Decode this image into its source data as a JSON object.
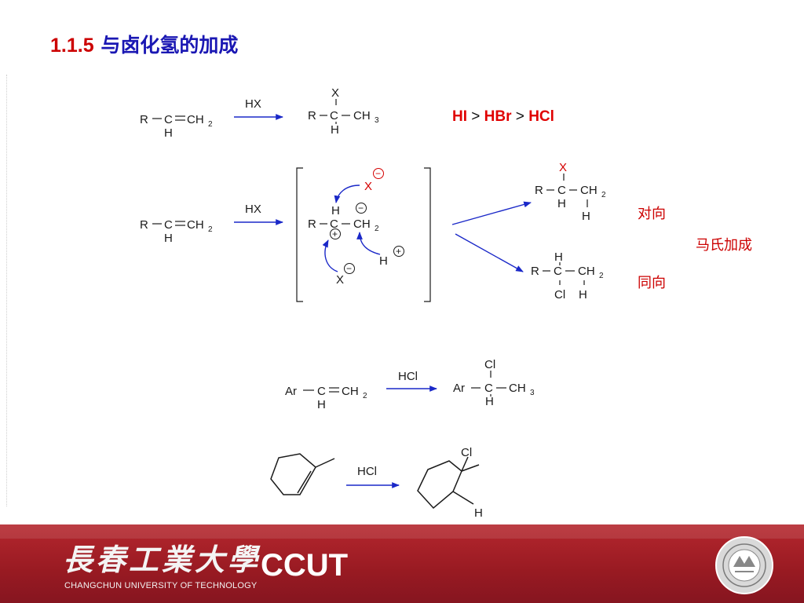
{
  "slide": {
    "section_number": "1.1.5",
    "title": "与卤化氢的加成",
    "reactivity": {
      "hi": "HI",
      "hbr": "HBr",
      "hcl": "HCl",
      "gt": ">"
    },
    "labels": {
      "anti": "对向",
      "markovnikov": "马氏加成",
      "syn": "同向"
    }
  },
  "chem": {
    "R": "R",
    "C": "C",
    "H": "H",
    "X": "X",
    "Ar": "Ar",
    "Cl": "Cl",
    "CH": "CH",
    "two": "2",
    "three": "3",
    "HX": "HX",
    "HCl": "HCl",
    "plus": "+",
    "minus": "−"
  },
  "footer": {
    "university_chinese": "長春工業大學",
    "university_abbr": "CCUT",
    "university_english": "CHANGCHUN UNIVERSITY OF TECHNOLOGY",
    "seal_icon": "university-seal-icon",
    "colors": {
      "band": "#a91f27",
      "title_blue": "#1a17b3",
      "accent_red": "#cc0000"
    }
  }
}
